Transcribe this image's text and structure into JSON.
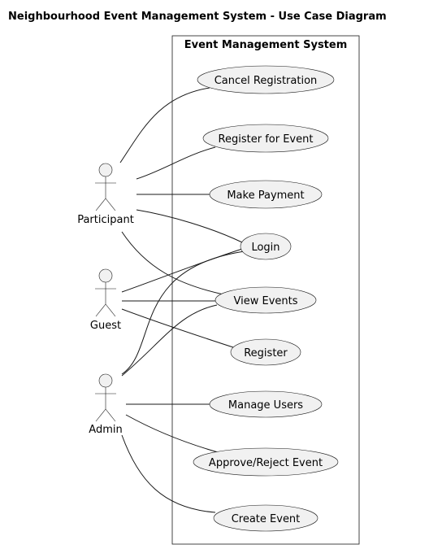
{
  "title": "Neighbourhood Event Management System - Use Case Diagram",
  "system": {
    "title": "Event Management System"
  },
  "actors": {
    "participant": {
      "label": "Participant"
    },
    "guest": {
      "label": "Guest"
    },
    "admin": {
      "label": "Admin"
    }
  },
  "use_cases": {
    "cancel_registration": {
      "label": "Cancel Registration"
    },
    "register_for_event": {
      "label": "Register for Event"
    },
    "make_payment": {
      "label": "Make Payment"
    },
    "login": {
      "label": "Login"
    },
    "view_events": {
      "label": "View Events"
    },
    "register": {
      "label": "Register"
    },
    "manage_users": {
      "label": "Manage Users"
    },
    "approve_reject_event": {
      "label": "Approve/Reject Event"
    },
    "create_event": {
      "label": "Create Event"
    }
  },
  "associations": [
    [
      "participant",
      "cancel_registration"
    ],
    [
      "participant",
      "register_for_event"
    ],
    [
      "participant",
      "make_payment"
    ],
    [
      "participant",
      "login"
    ],
    [
      "participant",
      "view_events"
    ],
    [
      "guest",
      "login"
    ],
    [
      "guest",
      "view_events"
    ],
    [
      "guest",
      "register"
    ],
    [
      "admin",
      "login"
    ],
    [
      "admin",
      "view_events"
    ],
    [
      "admin",
      "manage_users"
    ],
    [
      "admin",
      "approve_reject_event"
    ],
    [
      "admin",
      "create_event"
    ]
  ]
}
